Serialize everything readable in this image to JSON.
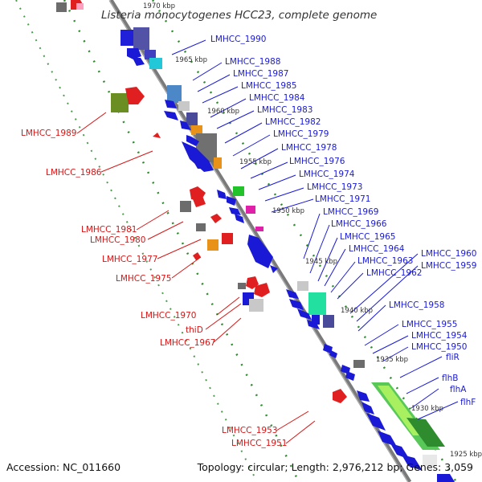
{
  "title": "Listeria monocytogenes HCC23, complete genome",
  "accession": "Accession: NC_011660",
  "topology": "Topology: circular; Length: 2,976,212 bp; Genes: 3,059",
  "kbp_ticks": [
    "1970 kbp",
    "1965 kbp",
    "1960 kbp",
    "1955 kbp",
    "1950 kbp",
    "1945 kbp",
    "1940 kbp",
    "1935 kbp",
    "1930 kbp",
    "1925 kbp"
  ],
  "right_labels": [
    "LMHCC_1990",
    "LMHCC_1988",
    "LMHCC_1987",
    "LMHCC_1985",
    "LMHCC_1984",
    "LMHCC_1983",
    "LMHCC_1982",
    "LMHCC_1979",
    "LMHCC_1978",
    "LMHCC_1976",
    "LMHCC_1974",
    "LMHCC_1973",
    "LMHCC_1971",
    "LMHCC_1969",
    "LMHCC_1966",
    "LMHCC_1965",
    "LMHCC_1964",
    "LMHCC_1963",
    "LMHCC_1962",
    "LMHCC_1960",
    "LMHCC_1959",
    "LMHCC_1958",
    "LMHCC_1955",
    "LMHCC_1954",
    "LMHCC_1950",
    "fliR",
    "flhB",
    "flhA",
    "flhF"
  ],
  "left_labels": [
    "LMHCC_1989",
    "LMHCC_1986",
    "LMHCC_1981",
    "LMHCC_1980",
    "LMHCC_1977",
    "LMHCC_1975",
    "LMHCC_1970",
    "thiD",
    "LMHCC_1967",
    "LMHCC_1953",
    "LMHCC_1951"
  ],
  "colors": {
    "forward": "#1a1ad6",
    "reverse": "#d51616",
    "backbone": "#7a7a7a",
    "dots": "#2e8b2e"
  }
}
